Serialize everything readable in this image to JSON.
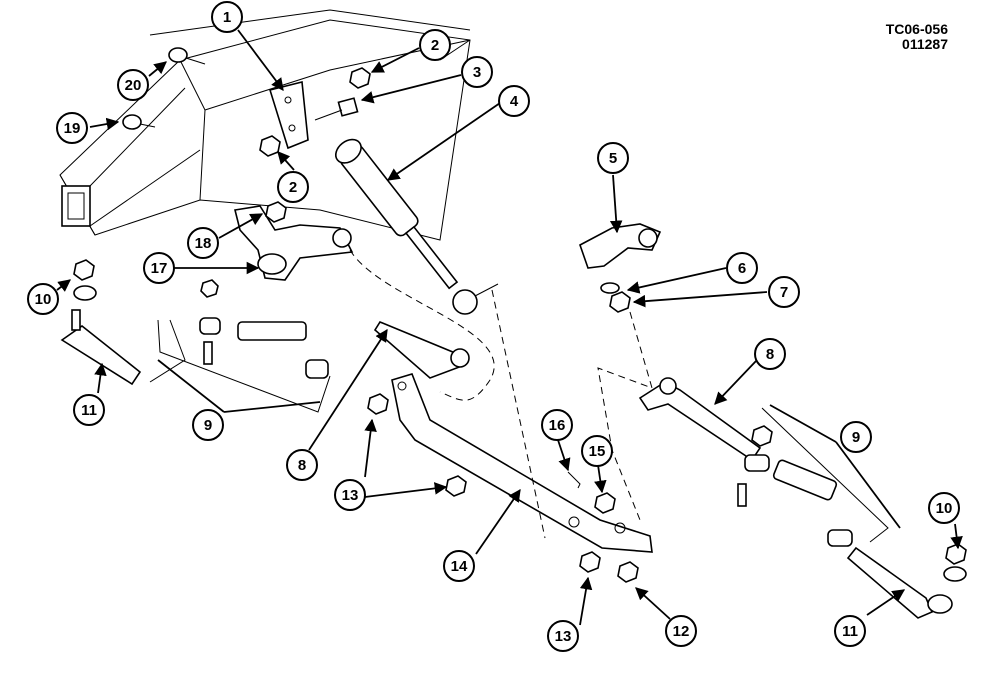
{
  "figure": {
    "reference_code": "TC06-056",
    "reference_date": "011287"
  },
  "callouts": [
    {
      "id": "c1",
      "label": "1"
    },
    {
      "id": "c2a",
      "label": "2"
    },
    {
      "id": "c2b",
      "label": "2"
    },
    {
      "id": "c3",
      "label": "3"
    },
    {
      "id": "c4",
      "label": "4"
    },
    {
      "id": "c5",
      "label": "5"
    },
    {
      "id": "c6",
      "label": "6"
    },
    {
      "id": "c7",
      "label": "7"
    },
    {
      "id": "c8a",
      "label": "8"
    },
    {
      "id": "c8b",
      "label": "8"
    },
    {
      "id": "c9a",
      "label": "9"
    },
    {
      "id": "c9b",
      "label": "9"
    },
    {
      "id": "c10a",
      "label": "10"
    },
    {
      "id": "c10b",
      "label": "10"
    },
    {
      "id": "c11a",
      "label": "11"
    },
    {
      "id": "c11b",
      "label": "11"
    },
    {
      "id": "c12",
      "label": "12"
    },
    {
      "id": "c13a",
      "label": "13"
    },
    {
      "id": "c13b",
      "label": "13"
    },
    {
      "id": "c14",
      "label": "14"
    },
    {
      "id": "c15",
      "label": "15"
    },
    {
      "id": "c16",
      "label": "16"
    },
    {
      "id": "c17",
      "label": "17"
    },
    {
      "id": "c18",
      "label": "18"
    },
    {
      "id": "c19",
      "label": "19"
    },
    {
      "id": "c20",
      "label": "20"
    }
  ],
  "colors": {
    "ink": "#000000",
    "paper": "#ffffff"
  }
}
